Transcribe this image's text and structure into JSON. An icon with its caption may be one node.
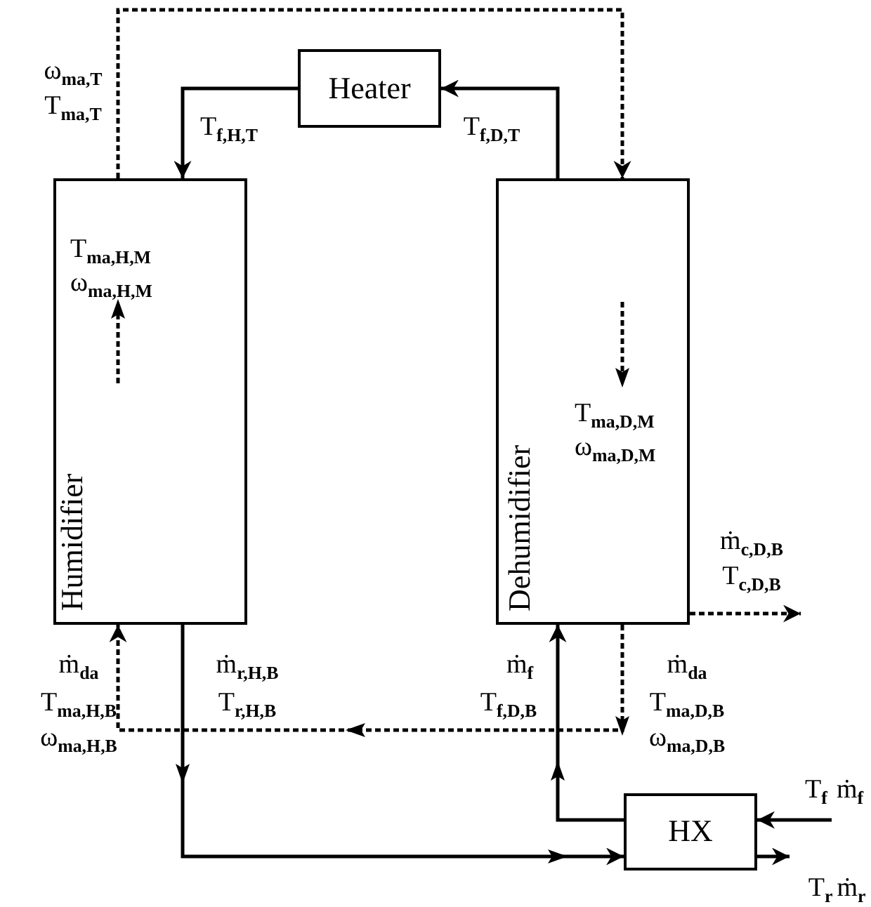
{
  "diagram": {
    "nodes": [
      {
        "text": [
          "T$_{ma,H,M}$",
          "ω$_{ma,H,M}$",
          "Humidifier"
        ]
      },
      {
        "text": [
          "Heater"
        ]
      },
      {
        "text": [
          "T$_{ma,D,M}$",
          "ω$_{ma,D,M}$",
          "Dehumidifier"
        ]
      },
      {
        "text": [
          "HX"
        ]
      }
    ],
    "edges": [
      {
        "from": 0,
        "to": 2,
        "arrow": "to",
        "style": "dashed"
      },
      {
        "from": 1,
        "to": 0,
        "arrow": "to",
        "label": "T$_{f,H,T}$"
      },
      {
        "from": 2,
        "to": 1,
        "arrow": "to",
        "label": "T$_{f,D,T}$"
      },
      {
        "from": 2,
        "to": 0,
        "arrow": "to",
        "style": "dashed"
      },
      {
        "from": 0,
        "to": 3,
        "arrow": "to"
      },
      {
        "from": 3,
        "to": 2,
        "arrow": "to"
      },
      {
        "from": 2,
        "to": null,
        "arrow": "to",
        "style": "dashed"
      },
      {
        "from": null,
        "to": 3,
        "arrow": "to"
      },
      {
        "from": 3,
        "to": null,
        "arrow": "to"
      }
    ],
    "labels": [
      "ω$_{ma,T}$",
      "T$_{ma,T}$",
      "ṁ$_{c,D,B}$",
      "T$_{c,D,B}$",
      "ṁ$_{da}$",
      "T$_{ma,H,B}$",
      "ω$_{ma,H,B}$",
      "ṁ$_{r,H,B}$",
      "T$_{r,H,B}$",
      "ṁ$_{f}$",
      "T$_{f,D,B}$",
      "ṁ$_{da}$",
      "T$_{ma,D,B}$",
      "ω$_{ma,D,B}$",
      "T$_{f}$",
      "ṁ$_{f}$",
      "T$_{r}$",
      "ṁ$_{r}$"
    ]
  }
}
